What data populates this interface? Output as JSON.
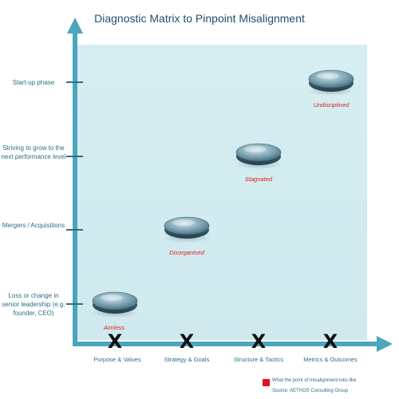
{
  "title": "Diagnostic Matrix to Pinpoint Misalignment",
  "y_axis_labels": [
    "Start-up phase",
    "Striving to grow to the next performance level",
    "Mergers / Acquisitions",
    "Loss or change in senior leadership (e.g. founder, CEO)"
  ],
  "x_axis_labels": [
    "Purpose & Values",
    "Strategy & Goals",
    "Structure & Tactics",
    "Metrics & Outcomes"
  ],
  "x_mark": "X",
  "discs": [
    {
      "label": "Aimless"
    },
    {
      "label": "Disorganised"
    },
    {
      "label": "Stagnated"
    },
    {
      "label": "Undisciplined"
    }
  ],
  "legend": {
    "swatch_color": "#e8101a",
    "text": "What the point of misalignment loks like"
  },
  "source": "Source: AETHOS Consulting Group",
  "colors": {
    "axis": "#4aa6bd",
    "plot_background": "#d6eef2",
    "label_text": "#2b6f86",
    "disc_label": "#e0201e"
  }
}
